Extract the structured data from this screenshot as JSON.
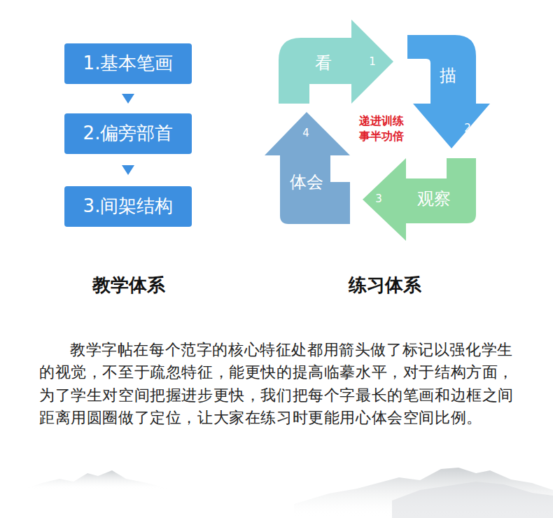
{
  "diagram": {
    "nodes": [
      {
        "text": [
          "1.基本笔画"
        ]
      },
      {
        "text": [
          "2.偏旁部首"
        ]
      },
      {
        "text": [
          "3.间架结构"
        ]
      },
      {
        "text": [
          "看",
          "1"
        ]
      },
      {
        "text": [
          "描",
          "2"
        ]
      },
      {
        "text": [
          "观察",
          "3"
        ]
      },
      {
        "text": [
          "体会",
          "4"
        ]
      }
    ],
    "edges": [
      {
        "from": 0,
        "to": 1,
        "arrow": "to"
      },
      {
        "from": 1,
        "to": 2,
        "arrow": "to"
      }
    ],
    "labels": [
      "递进训练 事半功倍",
      "教学体系",
      "练习体系",
      "教学字帖在每个范字的核心特征处都用箭头做了标记以强化学生的视觉，不至于疏忽特征，能更快的提高临摹水平，对于结构方面，为了学生对空间把握进步更快，我们把每个字最长的笔画和边框之间距离用圆圈做了定位，让大家在练习时更能用心体会空间比例。"
    ]
  }
}
